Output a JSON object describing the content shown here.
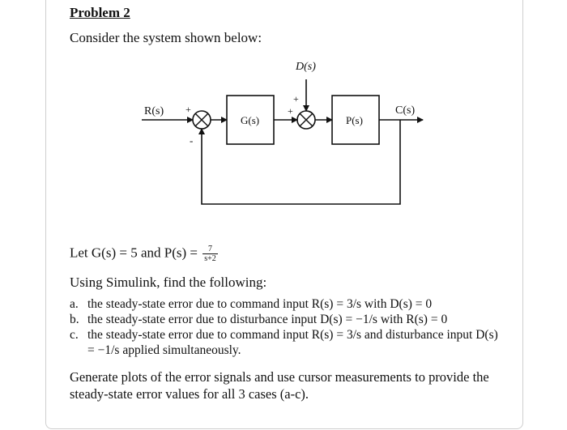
{
  "problem": {
    "title": "Problem 2",
    "intro": "Consider the system shown below:",
    "diagram": {
      "disturbance_label": "D(s)",
      "input_label": "R(s)",
      "output_label": "C(s)",
      "controller_label": "G(s)",
      "plant_label": "P(s)",
      "sum1_plus": "+",
      "sum1_minus": "-",
      "sum2_plus_top": "+",
      "sum2_plus_left": "+"
    },
    "given": {
      "prefix": "Let G(s) = 5 and P(s) =",
      "fraction_numerator": "7",
      "fraction_denominator": "s+2"
    },
    "instruction": "Using Simulink, find the following:",
    "items": [
      {
        "marker": "a.",
        "text": "the steady-state error due to command input R(s) = 3/s with D(s) = 0"
      },
      {
        "marker": "b.",
        "text": "the steady-state error due to disturbance input D(s) = −1/s with R(s) = 0"
      },
      {
        "marker": "c.",
        "text": "the steady-state error due to command input R(s) = 3/s and disturbance input D(s) = −1/s applied simultaneously."
      }
    ],
    "closing": "Generate plots of the error signals and use cursor measurements to provide the steady-state error values for all 3 cases (a-c)."
  }
}
